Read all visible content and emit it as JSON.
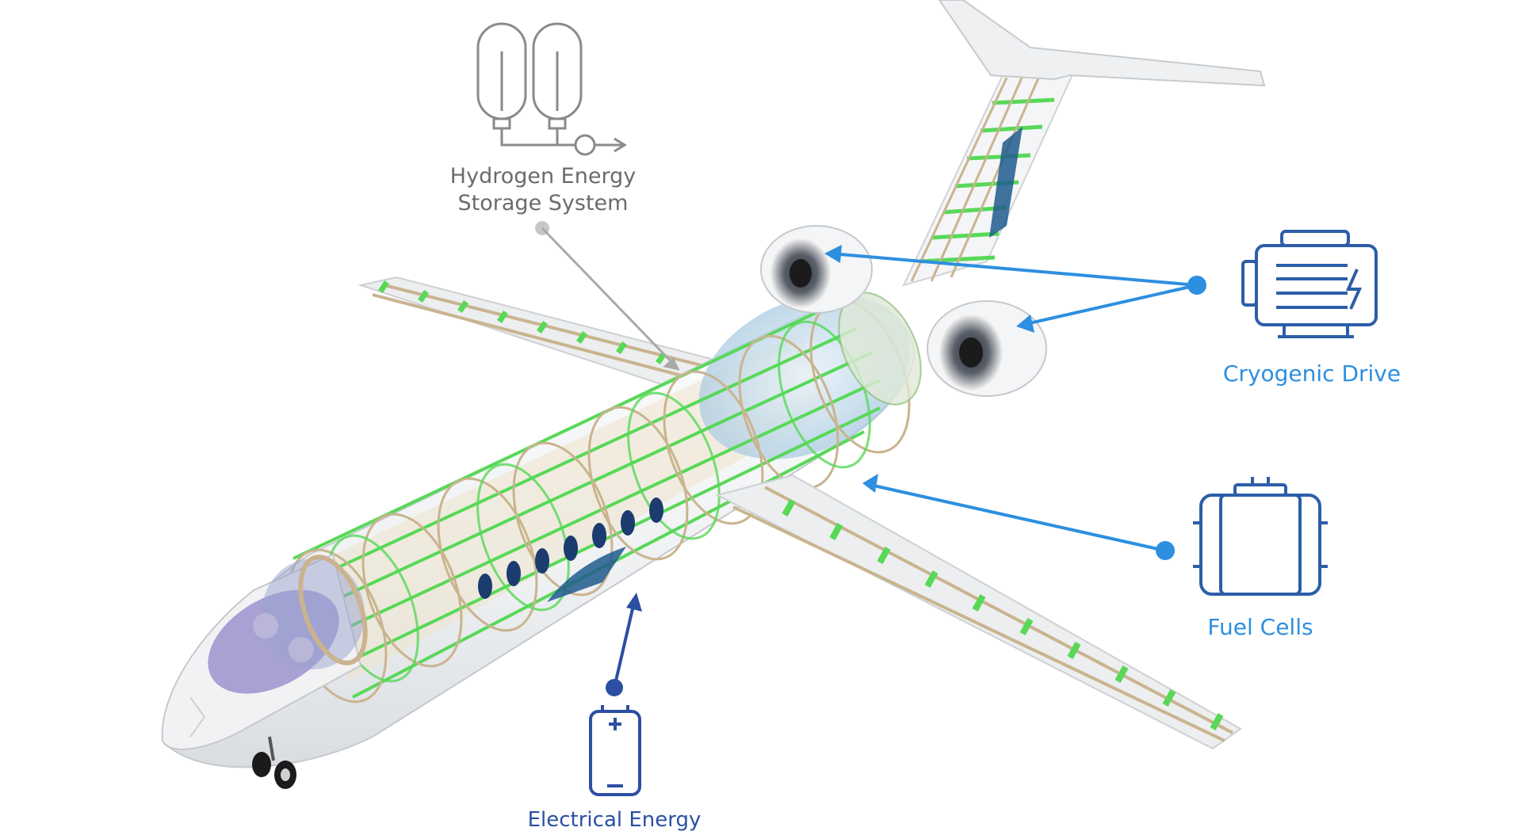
{
  "labels": {
    "hydrogen_line1": "Hydrogen Energy",
    "hydrogen_line2": "Storage System",
    "cryogenic": "Cryogenic Drive",
    "fuel_cells": "Fuel Cells",
    "electrical": "Electrical  Energy"
  },
  "colors": {
    "gray_callout": "#a9a9a9",
    "blue_callout": "#2d8fe0",
    "navy_callout": "#2c4fa3",
    "frame_green": "#57d957",
    "stringer_tan": "#c9b48f",
    "fuselage_white": "#f4f6f8"
  }
}
